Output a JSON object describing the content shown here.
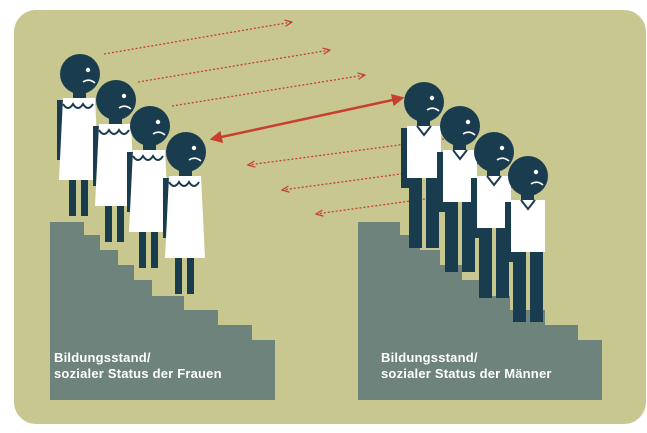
{
  "colors": {
    "background": "#c7c78f",
    "stairs": "#6e837b",
    "figure_dark": "#1a3c4f",
    "figure_dress": "#ffffff",
    "arrow": "#c8402d"
  },
  "labels": {
    "women": {
      "line1": "Bildungsstand/",
      "line2": "sozialer Status der Frauen"
    },
    "men": {
      "line1": "Bildungsstand/",
      "line2": "sozialer Status der Männer"
    }
  },
  "icons": {
    "woman_figure": "woman-figure-icon",
    "man_figure": "man-figure-icon",
    "arrow_dotted": "dotted-arrow-icon",
    "arrow_solid": "double-headed-arrow-icon"
  }
}
